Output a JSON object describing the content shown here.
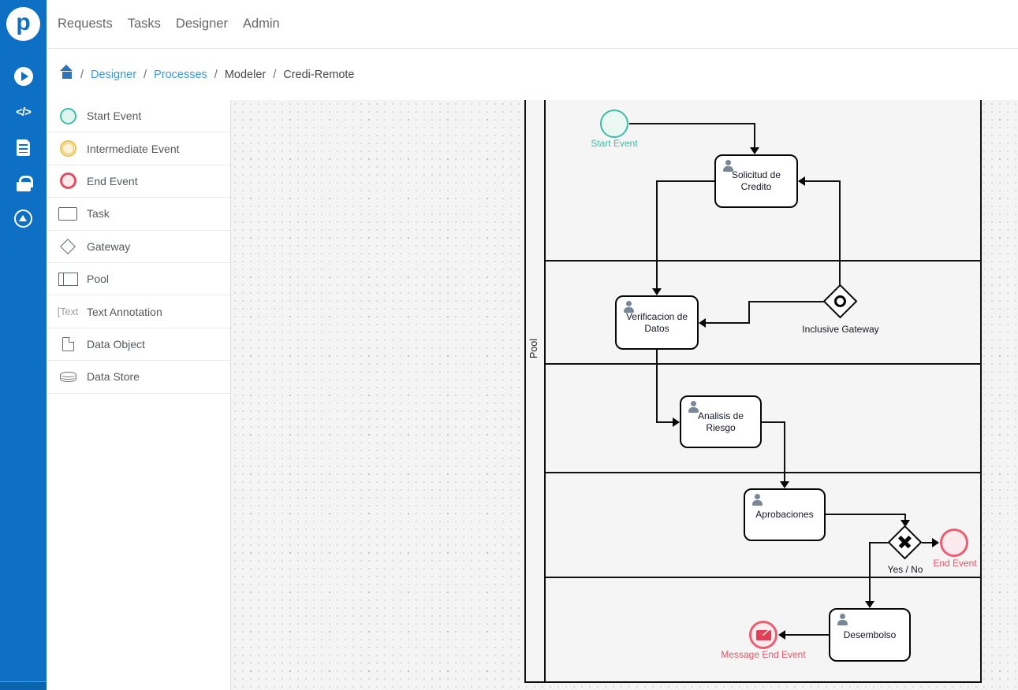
{
  "app": {
    "brand_letter": "p",
    "accent_blue": "#0d70c4",
    "link_blue": "#3b97e3"
  },
  "sidebar": {
    "icons": [
      {
        "name": "play-circle-icon"
      },
      {
        "name": "code-icon",
        "glyph": "</>"
      },
      {
        "name": "document-icon"
      },
      {
        "name": "lock-icon"
      },
      {
        "name": "circle-arrow-up-icon"
      }
    ]
  },
  "topnav": {
    "items": [
      {
        "label": "Requests"
      },
      {
        "label": "Tasks"
      },
      {
        "label": "Designer"
      },
      {
        "label": "Admin"
      }
    ]
  },
  "breadcrumb": {
    "separator": "/",
    "link1": "Designer",
    "link2": "Processes",
    "current1": "Modeler",
    "current2": "Credi-Remote"
  },
  "palette": {
    "items": [
      {
        "label": "Start Event"
      },
      {
        "label": "Intermediate Event"
      },
      {
        "label": "End Event"
      },
      {
        "label": "Task"
      },
      {
        "label": "Gateway"
      },
      {
        "label": "Pool"
      },
      {
        "label": "Text Annotation",
        "icon_text": "[Text"
      },
      {
        "label": "Data Object"
      },
      {
        "label": "Data Store"
      }
    ]
  },
  "diagram": {
    "pool_label": "Pool",
    "nodes": {
      "start_event": {
        "label": "Start Event",
        "color": "#3cbfa7"
      },
      "solicitud": {
        "label": "Solicitud de Credito"
      },
      "verificacion": {
        "label": "Verificacion de Datos"
      },
      "analisis": {
        "label": "Analisis de Riesgo"
      },
      "aprobaciones": {
        "label": "Aprobaciones"
      },
      "desembolso": {
        "label": "Desembolso"
      },
      "inclusive_gateway": {
        "label": "Inclusive Gateway"
      },
      "exclusive_gateway": {
        "label": "Yes / No"
      },
      "end_event": {
        "label": "End Event",
        "color": "#ee5d70"
      },
      "message_end_event": {
        "label": "Message End Event",
        "color": "#ea5266"
      }
    }
  }
}
